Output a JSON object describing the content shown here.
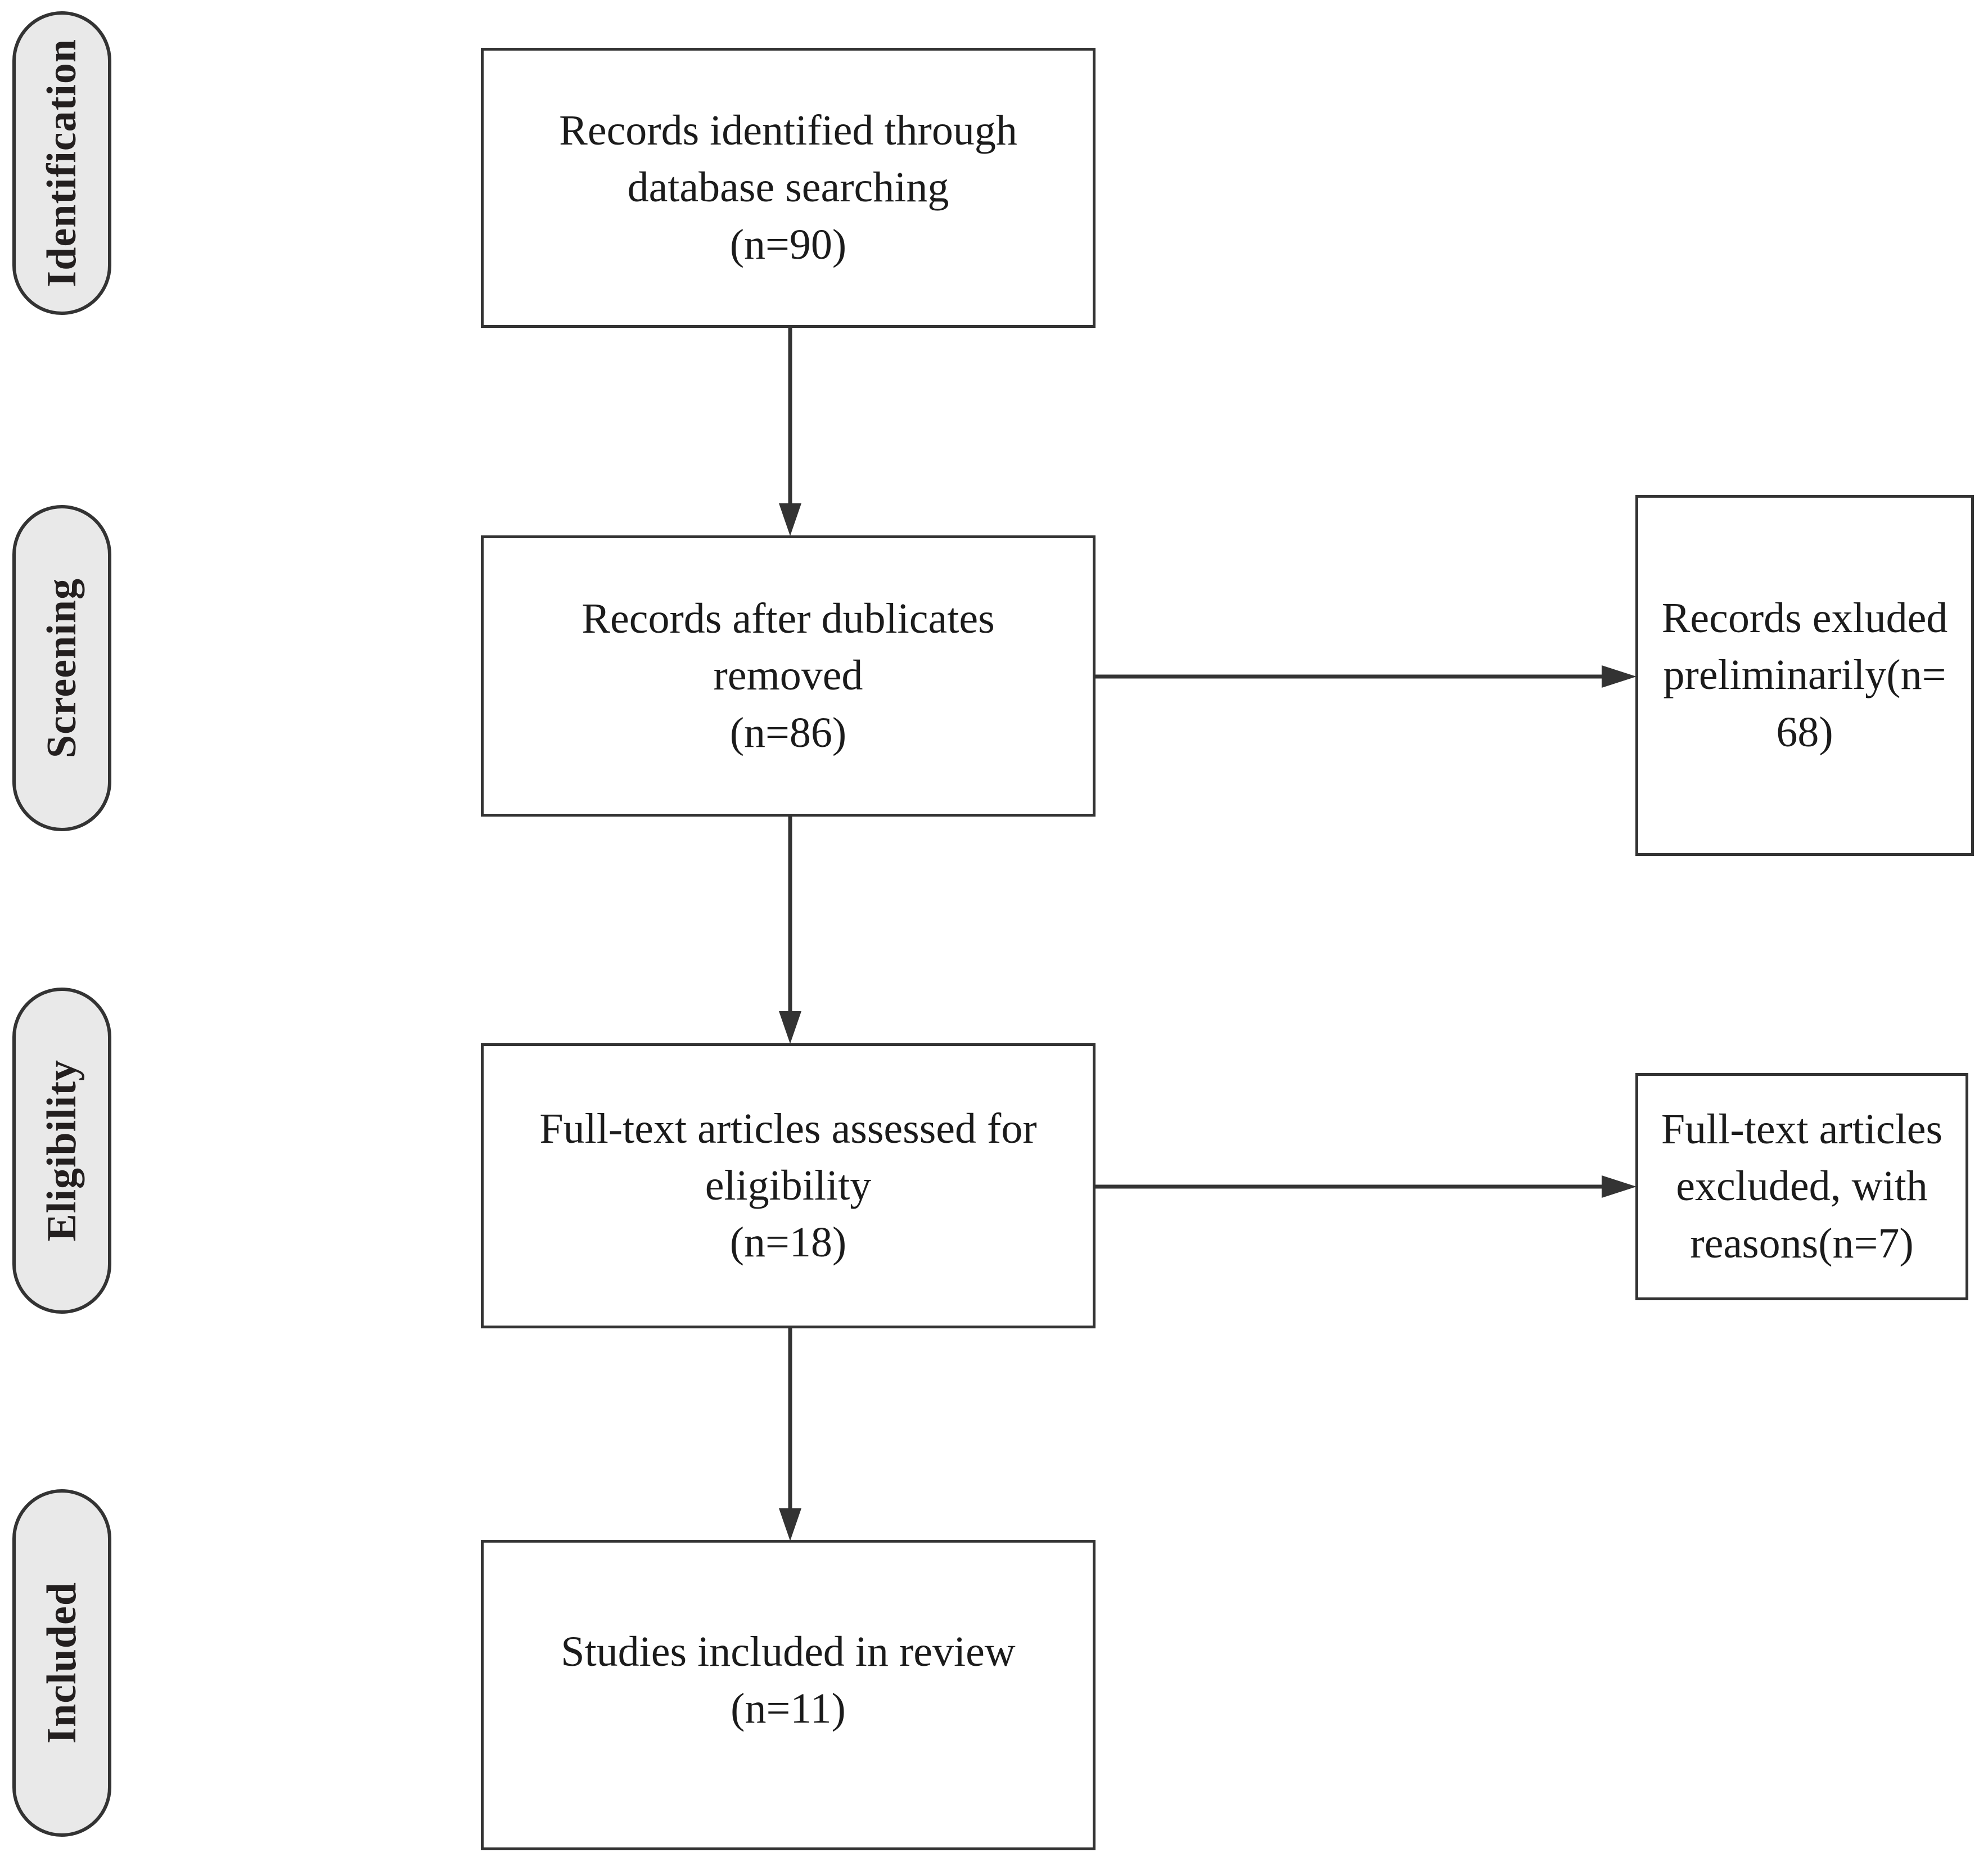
{
  "diagram": {
    "type": "prisma-flow-diagram",
    "stages": [
      {
        "label": "Identification"
      },
      {
        "label": "Screening"
      },
      {
        "label": "Eligibility"
      },
      {
        "label": "Included"
      }
    ],
    "boxes": [
      {
        "id": "records-identified",
        "text": "Records identified through\ndatabase searching\n(n=90)",
        "count": 90
      },
      {
        "id": "records-after-duplicates",
        "text": "Records after dublicates\nremoved\n(n=86)",
        "count": 86
      },
      {
        "id": "records-excluded-preliminarily",
        "text": "Records exluded\npreliminarily(n=\n68)",
        "count": 68
      },
      {
        "id": "fulltext-assessed",
        "text": "Full-text articles assessed for\neligibility\n(n=18)",
        "count": 18
      },
      {
        "id": "fulltext-excluded",
        "text": "Full-text articles\nexcluded, with\nreasons(n=7)",
        "count": 7
      },
      {
        "id": "studies-included",
        "text": "Studies included in review\n(n=11)",
        "count": 11
      }
    ],
    "colors": {
      "pill_fill": "#e9e9e9",
      "stroke": "#333333",
      "box_fill": "#ffffff",
      "text": "#1b1b1b"
    }
  }
}
